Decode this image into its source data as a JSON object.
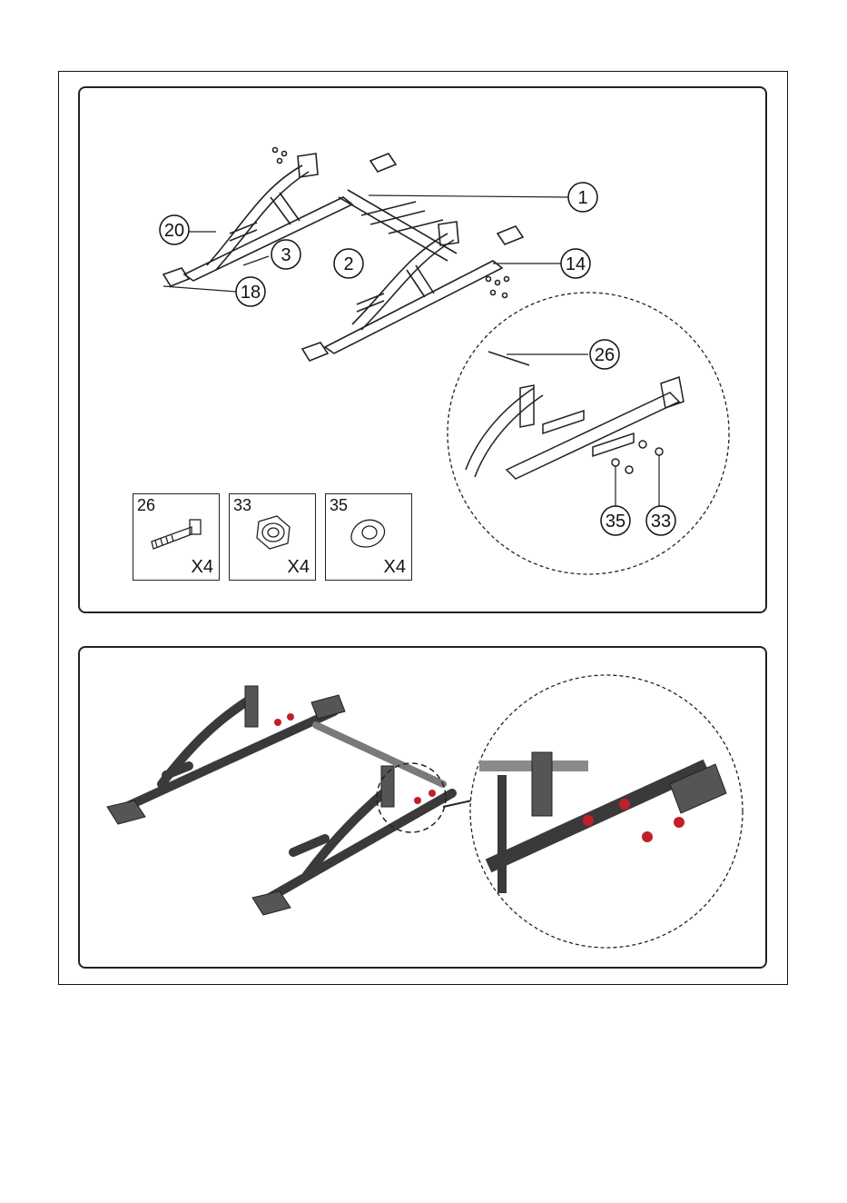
{
  "callouts": [
    "1",
    "2",
    "3",
    "14",
    "18",
    "20",
    "26",
    "33",
    "35"
  ],
  "hardware": [
    {
      "code": "26",
      "qty": "X4",
      "icon": "bolt-icon"
    },
    {
      "code": "33",
      "qty": "X4",
      "icon": "nut-icon"
    },
    {
      "code": "35",
      "qty": "X4",
      "icon": "washer-icon"
    }
  ],
  "colors": {
    "line": "#222222",
    "frame": "#4a4a4a",
    "bolt": "#c0202a"
  }
}
